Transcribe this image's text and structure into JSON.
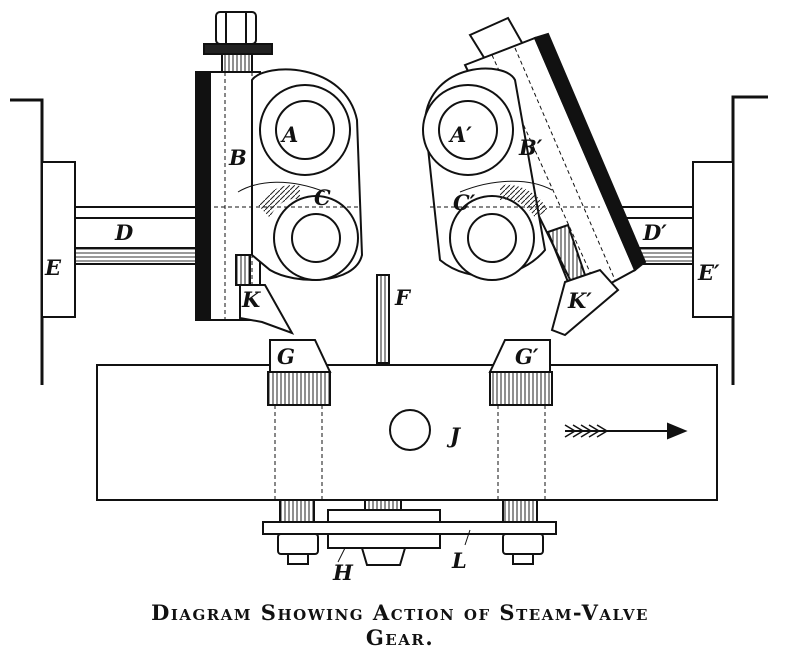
{
  "caption": {
    "line1": "Diagram Showing Action of Steam-Valve",
    "line2": "Gear."
  },
  "labels": {
    "A": "A",
    "A_prime": "A′",
    "B": "B",
    "B_prime": "B′",
    "C": "C",
    "C_prime": "C′",
    "D": "D",
    "D_prime": "D′",
    "E": "E",
    "E_prime": "E′",
    "F": "F",
    "G": "G",
    "G_prime": "G′",
    "H": "H",
    "J": "J",
    "K": "K",
    "K_prime": "K′",
    "L": "L"
  }
}
